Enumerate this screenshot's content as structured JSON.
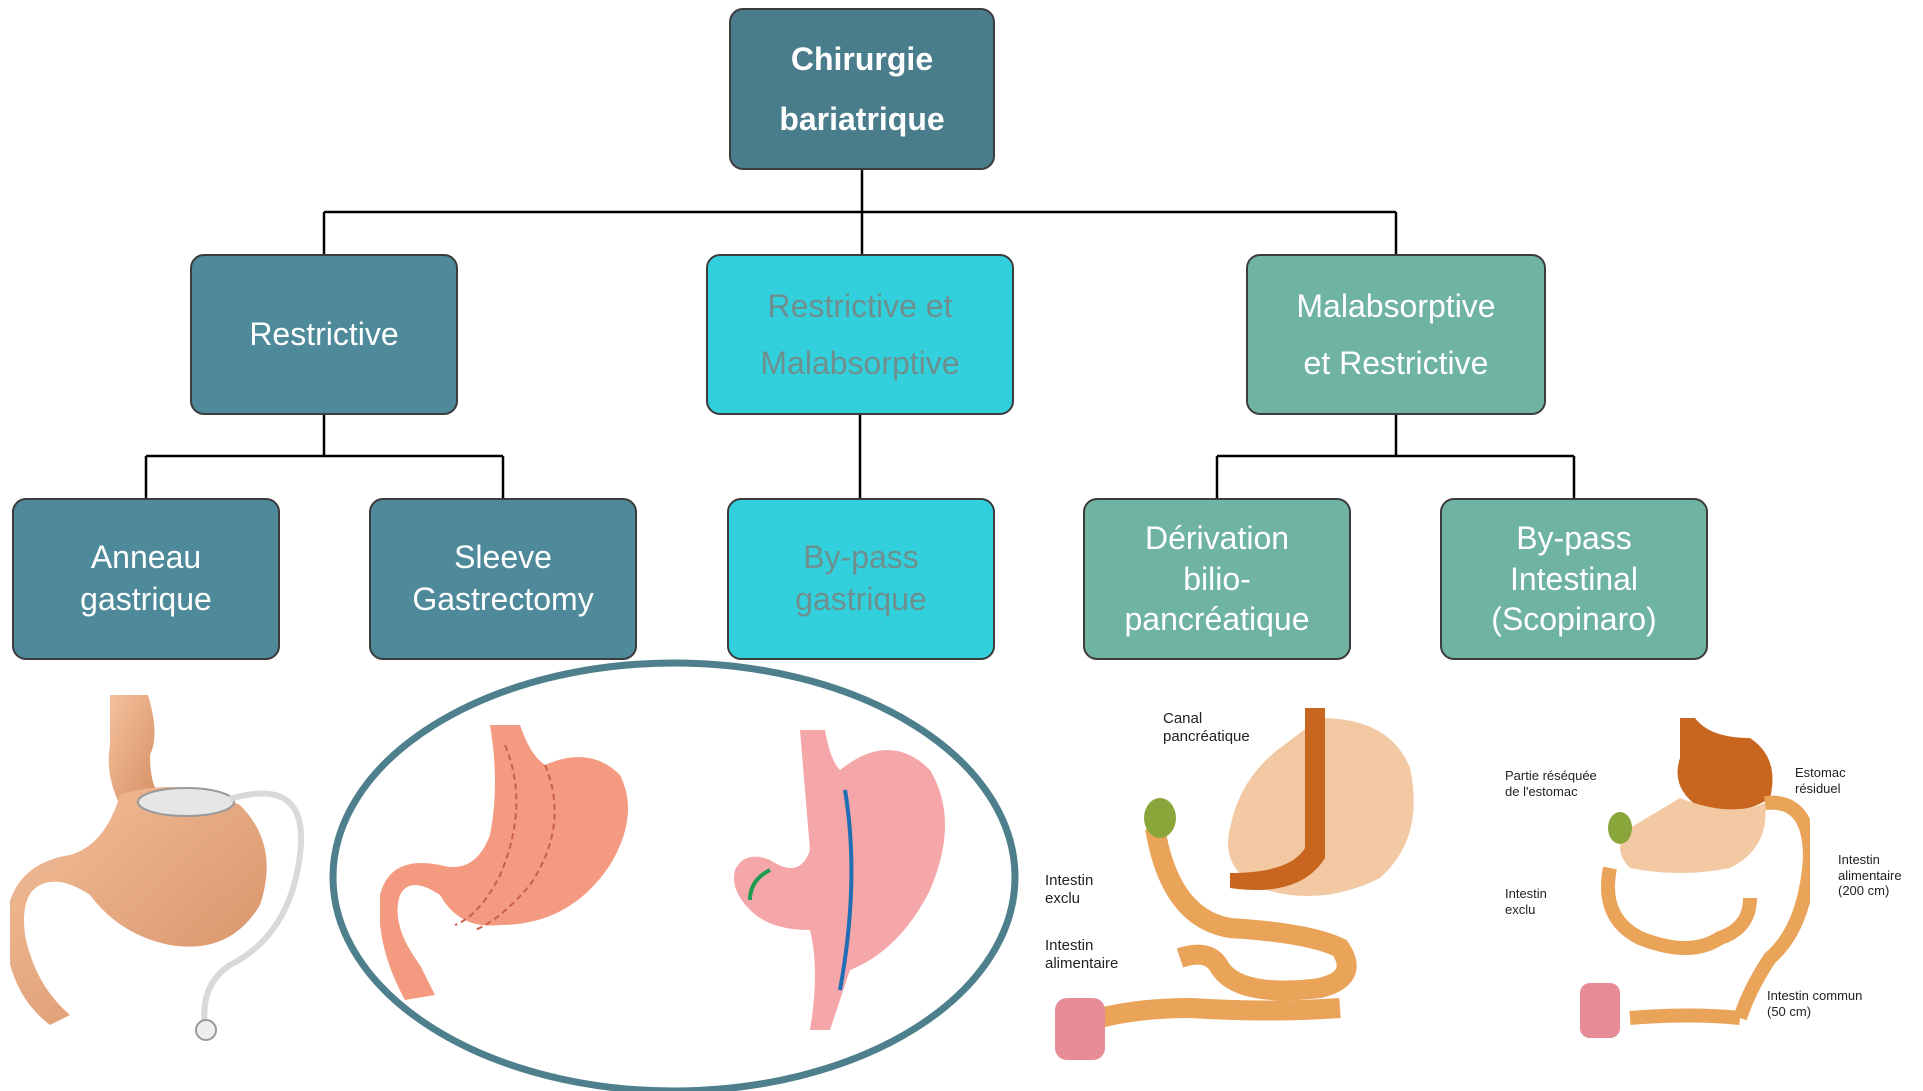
{
  "colors": {
    "teal_dark": "#4a7d8c",
    "teal_mid": "#4f8a9b",
    "cyan": "#32d0dc",
    "sage": "#6fb3a3",
    "cyan_text": "#6f8f8f",
    "ellipse": "#4e7f8c"
  },
  "root": {
    "line1": "Chirurgie",
    "line2": "bariatrique"
  },
  "categories": {
    "restrictive": {
      "line1": "Restrictive"
    },
    "mixed": {
      "line1": "Restrictive et",
      "line2": "Malabsorptive"
    },
    "malabsorptive": {
      "line1": "Malabsorptive",
      "line2": "et Restrictive"
    }
  },
  "procedures": {
    "anneau": {
      "line1": "Anneau",
      "line2": "gastrique"
    },
    "sleeve": {
      "line1": "Sleeve",
      "line2": "Gastrectomy"
    },
    "bypass_gastrique": {
      "line1": "By-pass",
      "line2": "gastrique"
    },
    "derivation": {
      "line1": "Dérivation",
      "line2": "bilio-",
      "line3": "pancréatique"
    },
    "bypass_intestinal": {
      "line1": "By-pass",
      "line2": "Intestinal",
      "line3": "(Scopinaro)"
    }
  },
  "illustration_labels": {
    "bpd": {
      "canal_1": "Canal",
      "canal_2": "pancréatique",
      "exclu_1": "Intestin",
      "exclu_2": "exclu",
      "alim_1": "Intestin",
      "alim_2": "alimentaire"
    },
    "scopinaro": {
      "partie_1": "Partie réséquée",
      "partie_2": "de l'estomac",
      "estomac_1": "Estomac",
      "estomac_2": "résiduel",
      "exclu_1": "Intestin",
      "exclu_2": "exclu",
      "alim_1": "Intestin",
      "alim_2": "alimentaire",
      "alim_3": "(200 cm)",
      "commun_1": "Intestin commun",
      "commun_2": "(50 cm)"
    }
  }
}
